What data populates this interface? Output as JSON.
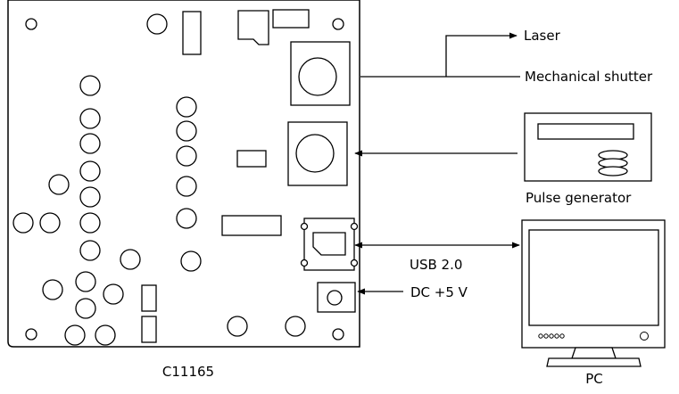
{
  "labels": {
    "board": "C11165",
    "laser": "Laser",
    "shutter": "Mechanical shutter",
    "pulse_generator": "Pulse generator",
    "usb": "USB 2.0",
    "dc": "DC +5 V",
    "pc": "PC"
  },
  "icons": {
    "board": "circuit-board-icon",
    "pulse_generator": "pulse-generator-icon",
    "pc": "monitor-icon"
  }
}
